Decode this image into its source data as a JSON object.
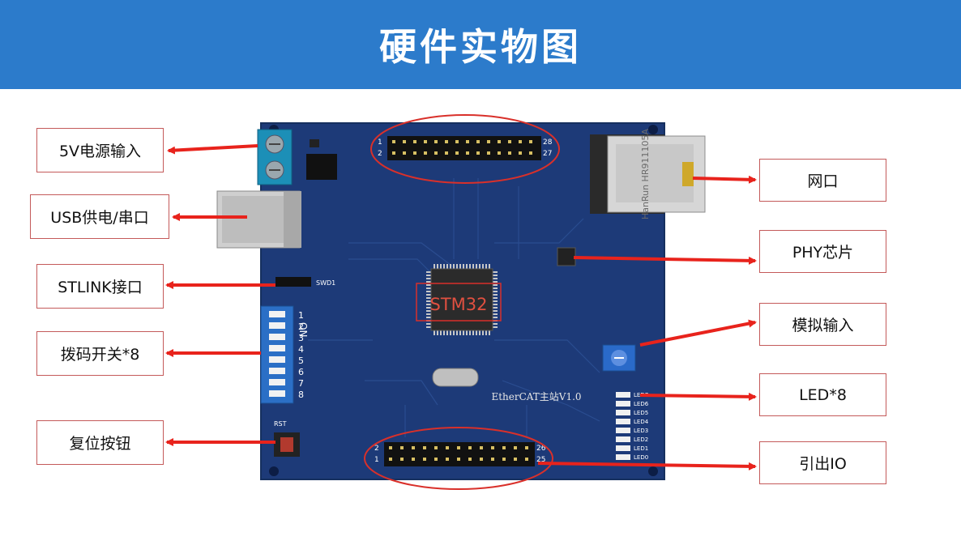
{
  "header": {
    "title": "硬件实物图"
  },
  "labels": {
    "power_input": "5V电源输入",
    "usb": "USB供电/串口",
    "stlink": "STLINK接口",
    "dip_switch": "拨码开关*8",
    "reset": "复位按钮",
    "ethernet": "网口",
    "phy": "PHY芯片",
    "analog": "模拟输入",
    "led": "LED*8",
    "io": "引出IO"
  },
  "board": {
    "mcu_label": "STM32",
    "board_name": "EtherCAT主站V1.0",
    "rj45_text": "HanRun HR911105A",
    "dip_on": "ON",
    "dip_numbers": [
      "1",
      "2",
      "3",
      "4",
      "5",
      "6",
      "7",
      "8"
    ],
    "swd_label": "SWD1",
    "rst_label": "RST",
    "led_labels": [
      "LED7",
      "LED6",
      "LED5",
      "LED4",
      "LED3",
      "LED2",
      "LED1",
      "LED0"
    ],
    "header_top_pins": [
      "1",
      "2",
      "27",
      "28"
    ],
    "header_bottom_pins": [
      "1",
      "2",
      "25",
      "26"
    ]
  },
  "colors": {
    "header_bg": "#2c7bcb",
    "board": "#1d3a78",
    "arrow": "#e8231c",
    "label_border": "#c45a5a",
    "ellipse": "#d9302a"
  }
}
